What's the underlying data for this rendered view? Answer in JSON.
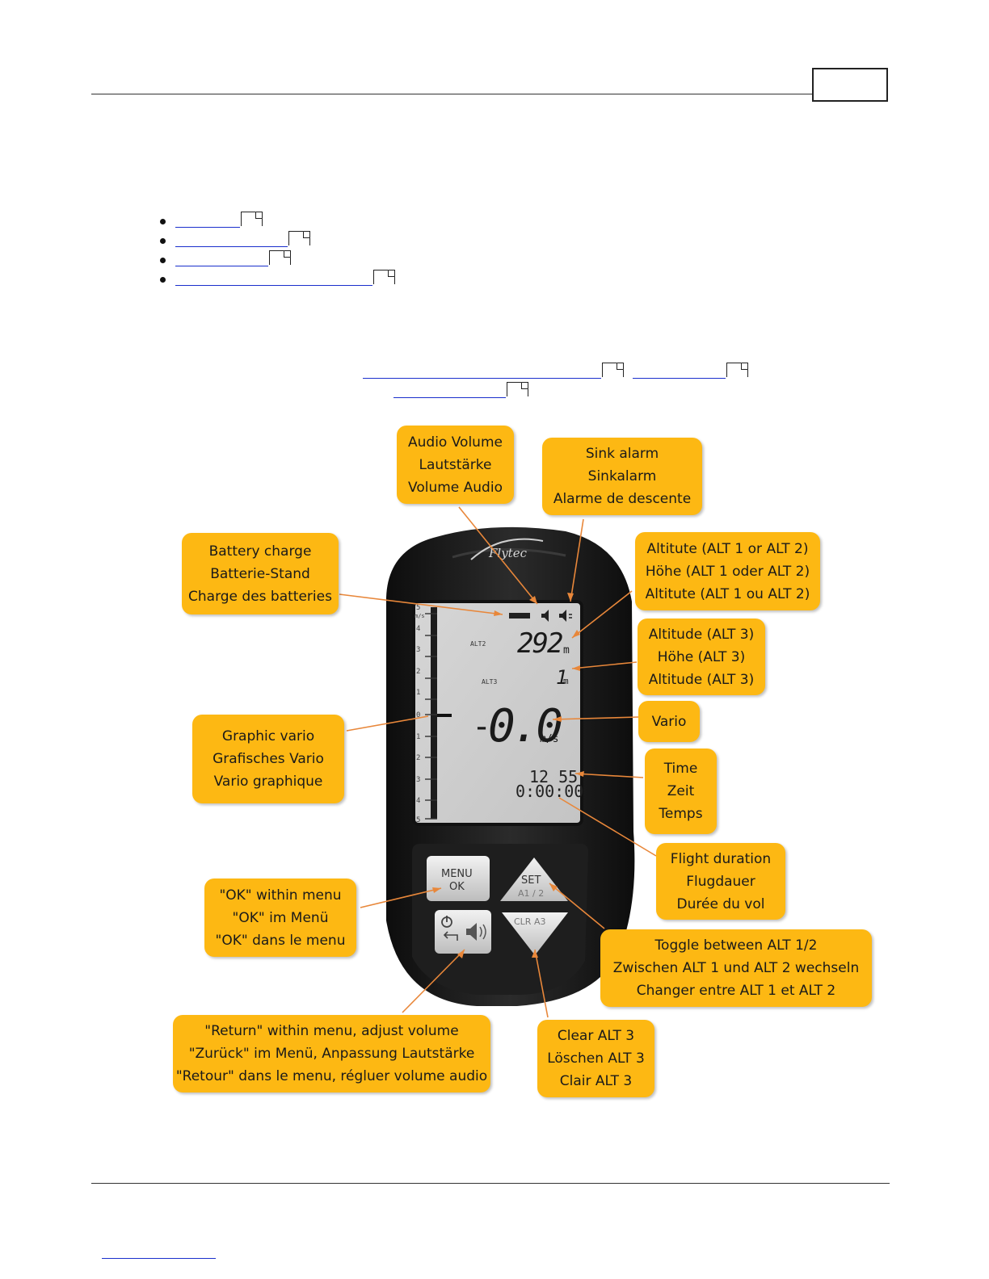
{
  "bullet_list": {
    "count": 4
  },
  "device": {
    "brand": "Flytec",
    "screen": {
      "unit_vario": "m/s",
      "vario_scale_labels": [
        "5",
        "4",
        "3",
        "2",
        "1",
        "0",
        "1",
        "2",
        "3",
        "4",
        "5"
      ],
      "alt2_label": "ALT2",
      "alt2_value": "292",
      "alt2_unit": "m",
      "alt3_label": "ALT3",
      "alt3_value": "1",
      "alt3_unit": "m",
      "vario_sign": "-",
      "vario_value": "0.0",
      "vario_unit": "m/s",
      "time": "12 55",
      "flight_duration": "0:00:00"
    },
    "buttons": {
      "menu_top": "MENU",
      "menu_bottom": "OK",
      "set_top": "SET",
      "set_bottom": "A1 / 2",
      "clr": "CLR A3"
    }
  },
  "callouts": {
    "audio_volume": [
      "Audio Volume",
      "Lautstärke",
      "Volume Audio"
    ],
    "sink_alarm": [
      "Sink alarm",
      "Sinkalarm",
      "Alarme de descente"
    ],
    "battery": [
      "Battery charge",
      "Batterie-Stand",
      "Charge des batteries"
    ],
    "altitude_12": [
      "Altitute (ALT 1 or ALT 2)",
      "Höhe (ALT 1 oder ALT 2)",
      "Altitute (ALT 1 ou ALT 2)"
    ],
    "altitude_3": [
      "Altitude (ALT 3)",
      "Höhe (ALT 3)",
      "Altitude (ALT 3)"
    ],
    "vario": [
      "Vario"
    ],
    "graphic_vario": [
      "Graphic vario",
      "Grafisches Vario",
      "Vario graphique"
    ],
    "time": [
      "Time",
      "Zeit",
      "Temps"
    ],
    "flight_duration": [
      "Flight duration",
      "Flugdauer",
      "Durée du vol"
    ],
    "ok_menu": [
      "\"OK\" within menu",
      "\"OK\" im Menü",
      "\"OK\" dans le menu"
    ],
    "toggle_alt": [
      "Toggle between ALT 1/2",
      "Zwischen ALT 1 und ALT 2 wechseln",
      "Changer entre ALT 1 et ALT 2"
    ],
    "return_menu": [
      "\"Return\" within menu, adjust volume",
      "\"Zurück\" im Menü, Anpassung Lautstärke",
      "\"Retour\" dans le menu, régluer volume audio"
    ],
    "clear_alt3": [
      "Clear ALT 3",
      "Löschen ALT 3",
      "Clair ALT 3"
    ]
  },
  "colors": {
    "callout_bg": "#fdb813",
    "arrow": "#e8873a",
    "link": "#1a2fcc"
  }
}
